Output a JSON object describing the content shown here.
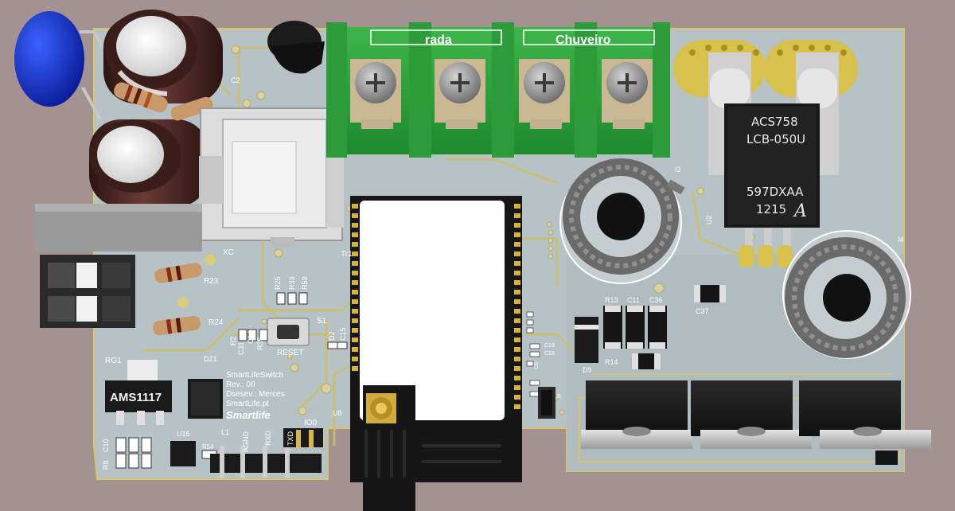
{
  "board": {
    "terminal_labels": {
      "left": "rada",
      "right": "Chuveiro"
    },
    "current_sensor": {
      "line1": "ACS758",
      "line2": "LCB-050U",
      "line3": "597DXAA",
      "line4": "1215"
    },
    "regulator": {
      "marking": "AMS1117",
      "ref": "RG1"
    },
    "info_text": {
      "line1": "SmartLifeSwitch",
      "line2": "Rev.: 00",
      "line3": "Dsesev.: Merces",
      "line4": "SmartLife.pt",
      "logo": "Smartlife"
    },
    "header_pins": [
      "AGND",
      "RXD",
      "TXD"
    ],
    "io_label": "IO0",
    "reset_label": "RESET",
    "refdes": {
      "C2": "C2",
      "XC": "XC",
      "Tr1": "Tr1",
      "R23": "R23",
      "R24": "R24",
      "R25": "R25",
      "R33": "R33",
      "R59": "R59",
      "S1": "S1",
      "D2": "D2",
      "C15": "C15",
      "R2": "R2",
      "C31": "C31",
      "C14": "C14",
      "R35": "R35",
      "DZ1": "DZ1",
      "U8": "U8",
      "U16": "U16",
      "L1": "L1",
      "R54": "R54",
      "C10": "C10",
      "R8": "R8",
      "R13": "R13",
      "C11": "C11",
      "C36": "C36",
      "C37": "C37",
      "R14": "R14",
      "D9": "D9",
      "U2": "U2",
      "I3": "I3",
      "I4": "I4",
      "C19": "C19",
      "C18": "C18",
      "C6": "C6",
      "R": "R"
    }
  }
}
